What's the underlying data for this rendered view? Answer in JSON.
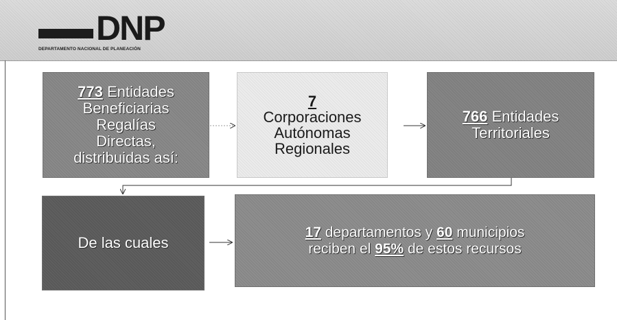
{
  "header": {
    "logo_word": "DNP",
    "logo_subtitle": "DEPARTAMENTO NACIONAL DE PLANEACIÓN"
  },
  "boxes": {
    "beneficiarias": {
      "number": "773",
      "text_1": " Entidades",
      "text_2": "Beneficiarias",
      "text_3": "Regalías",
      "text_4": "Directas,",
      "text_5": "distribuidas así:"
    },
    "corporaciones": {
      "number": "7",
      "text_1": "Corporaciones",
      "text_2": "Autónomas",
      "text_3": "Regionales"
    },
    "territoriales": {
      "number": "766",
      "text_1": " Entidades",
      "text_2": "Territoriales"
    },
    "de_las_cuales": {
      "text": "De las cuales"
    },
    "recursos": {
      "num_departamentos": "17",
      "text_departamentos": " departamentos y ",
      "num_municipios": "60",
      "text_municipios": " municipios",
      "text_reciben": "reciben el ",
      "percent": "95%",
      "text_recursos": " de estos recursos"
    }
  },
  "colors": {
    "header_band": "#d4d4d4",
    "box_light": "#ececec",
    "box_medium": "#8a8a8a",
    "box_dark": "#5f5f5f"
  }
}
